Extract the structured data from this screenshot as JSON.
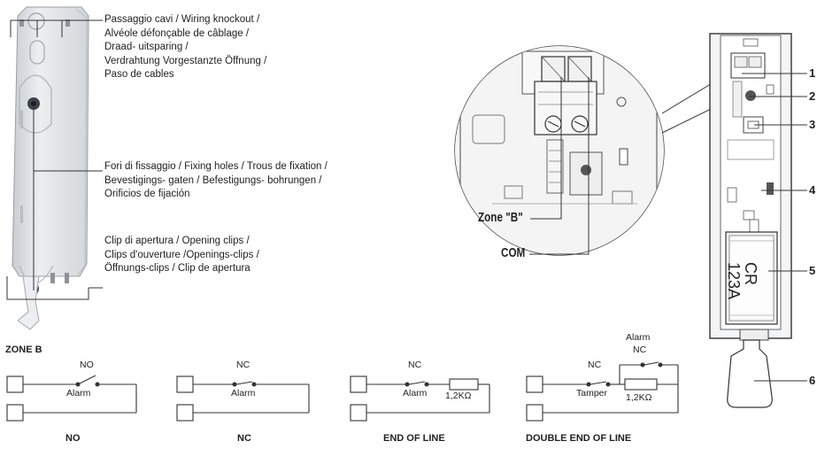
{
  "callouts": {
    "wiring": [
      "Passaggio cavi / Wiring knockout /",
      "Alvéole défonçable de câblage /",
      "Draad- uitsparing /",
      "Verdrahtung Vorgestanzte Öffnung /",
      "Paso de cables"
    ],
    "fixing": [
      "Fori di fissaggio / Fixing holes / Trous de fixation /",
      "Bevestigings- gaten / Befestigungs- bohrungen /",
      "Orificios de fijación"
    ],
    "clips": [
      "Clip di apertura / Opening clips /",
      "Clips d'ouverture /Openings-clips /",
      "Öffnungs-clips / Clip de apertura"
    ]
  },
  "zoom": {
    "zone_b": "Zone \"B\"",
    "com": "COM"
  },
  "numbers": [
    "1",
    "2",
    "3",
    "4",
    "5",
    "6"
  ],
  "battery": {
    "line1": "CR",
    "line2": "123A"
  },
  "wiring": {
    "heading": "ZONE B",
    "diagrams": [
      {
        "title": "NO",
        "contact": "NO",
        "switch": "Alarm"
      },
      {
        "title": "NC",
        "contact": "NC",
        "switch": "Alarm"
      },
      {
        "title": "END OF LINE",
        "contact": "NC",
        "switch": "Alarm",
        "resistor": "1,2KΩ"
      },
      {
        "title": "DOUBLE END OF LINE",
        "contact": "NC",
        "switch": "Tamper",
        "resistor": "1,2KΩ",
        "alarm_label": "Alarm",
        "alarm_contact": "NC"
      }
    ]
  },
  "colors": {
    "line": "#333333",
    "housing": "#dfe1e4",
    "pcb": "#f2f2f2"
  }
}
